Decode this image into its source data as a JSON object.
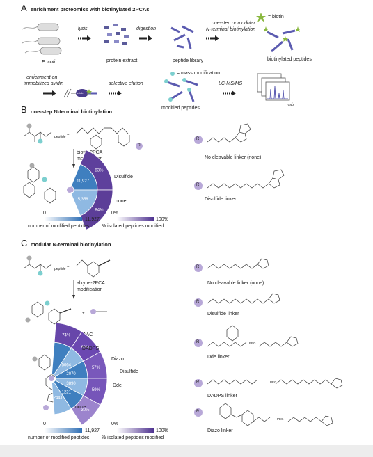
{
  "panel_a": {
    "letter": "A",
    "title": "enrichment proteomics with biotinylated 2PCAs",
    "organism": "E. coli",
    "steps": [
      "lysis",
      "digestion",
      "one-step or modular",
      "N-terminal biotinylation",
      "enrichment on",
      "immobilized avidin",
      "selective elution",
      "LC-MS/MS"
    ],
    "products": [
      "protein extract",
      "peptide library",
      "biotinylated peptides",
      "modified peptides",
      "m/z"
    ],
    "legend_biotin": "= biotin",
    "legend_mass": "= mass modification",
    "avidin_label": "avidin"
  },
  "panel_b": {
    "letter": "B",
    "title": "one-step N-terminal biotinylation",
    "reagent_line1": "biotin-2PCA",
    "reagent_line2": "modification",
    "peptide": "peptide",
    "r_label": "R",
    "wedge": {
      "rows": [
        {
          "label": "Disulfide",
          "count": "11,927",
          "percent": "83%"
        },
        {
          "label": "none",
          "count": "5,358",
          "percent": "84%"
        }
      ]
    },
    "linkers": [
      {
        "name": "No cleavable linker (none)"
      },
      {
        "name": "Disulfide linker"
      }
    ],
    "scale_left": {
      "min": "0",
      "max": "11,927",
      "label": "number of modified peptides"
    },
    "scale_right": {
      "min": "0%",
      "max": "100%",
      "label": "% isolated peptides modified"
    }
  },
  "panel_c": {
    "letter": "C",
    "title": "modular N-terminal biotinylation",
    "reagent_line1": "alkyne-2PCA",
    "reagent_line2": "modification",
    "click": "CuAAC",
    "peptide": "peptide",
    "r_label": "R",
    "wedge": {
      "rows": [
        {
          "label": "DADPS",
          "count": "",
          "percent": "74%"
        },
        {
          "label": "Diazo",
          "count": "5064",
          "percent": "68%"
        },
        {
          "label": "Disulfide",
          "count": "2070",
          "percent": "57%"
        },
        {
          "label": "Dde",
          "count": "3890",
          "percent": "59%"
        },
        {
          "label": "none",
          "count": "1221",
          "percent": "30%"
        },
        {
          "label": "",
          "count": "2441",
          "percent": ""
        }
      ]
    },
    "linkers": [
      {
        "name": "No cleavable linker (none)"
      },
      {
        "name": "Disulfide linker"
      },
      {
        "name": "Dde linker"
      },
      {
        "name": "DADPS linker"
      },
      {
        "name": "Diazo linker"
      }
    ],
    "peg": "PEG",
    "scale_left": {
      "min": "0",
      "max": "11,927",
      "label": "number of modified peptides"
    },
    "scale_right": {
      "min": "0%",
      "max": "100%",
      "label": "% isolated peptides modified"
    }
  },
  "colors": {
    "purple": "#5b3f98",
    "purple_light": "#a99ad0",
    "blue": "#3a78b8",
    "blue_light": "#9ec2e4",
    "arrow": "#222222",
    "strip": "#ededed"
  }
}
